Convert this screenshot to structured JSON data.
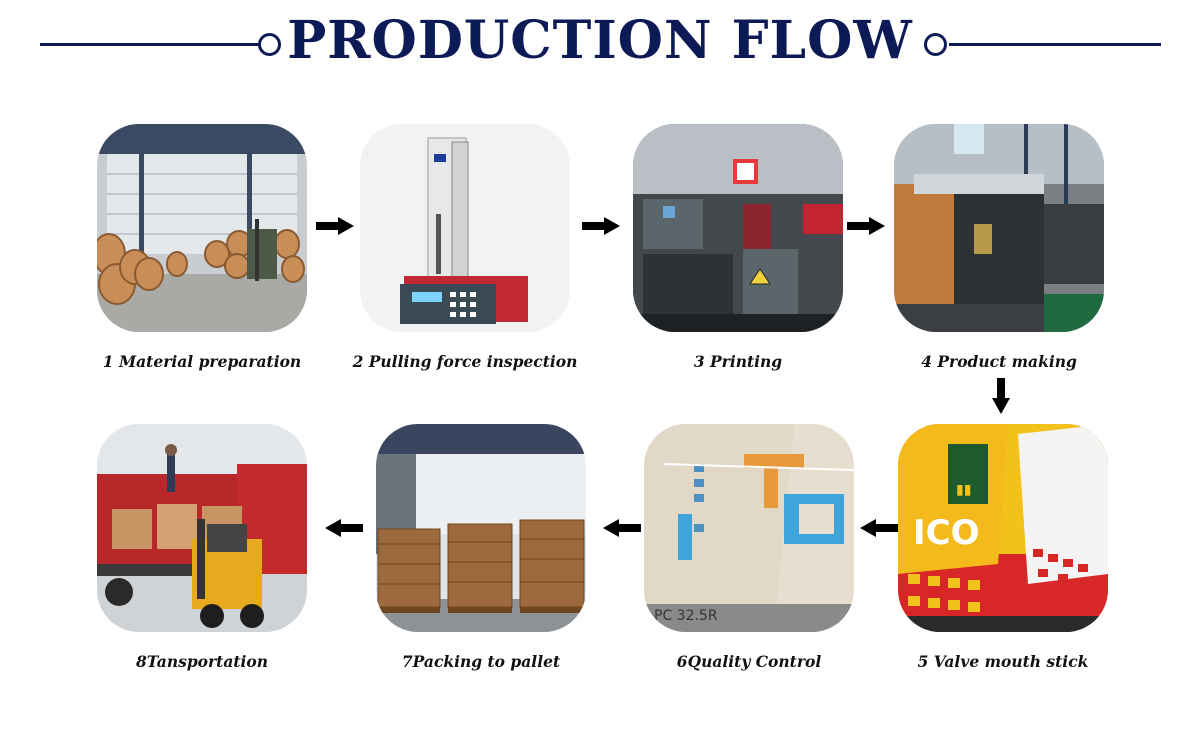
{
  "title": "PRODUCTION FLOW",
  "steps": [
    {
      "label": "1 Material preparation"
    },
    {
      "label": "2 Pulling force inspection"
    },
    {
      "label": "3 Printing"
    },
    {
      "label": "4 Product making"
    },
    {
      "label": "5 Valve mouth stick"
    },
    {
      "label": "6Quality Control"
    },
    {
      "label": "7Packing to pallet"
    },
    {
      "label": "8Tansportation"
    }
  ],
  "colors": {
    "title": "#0c1a55",
    "arrow": "#000000"
  }
}
